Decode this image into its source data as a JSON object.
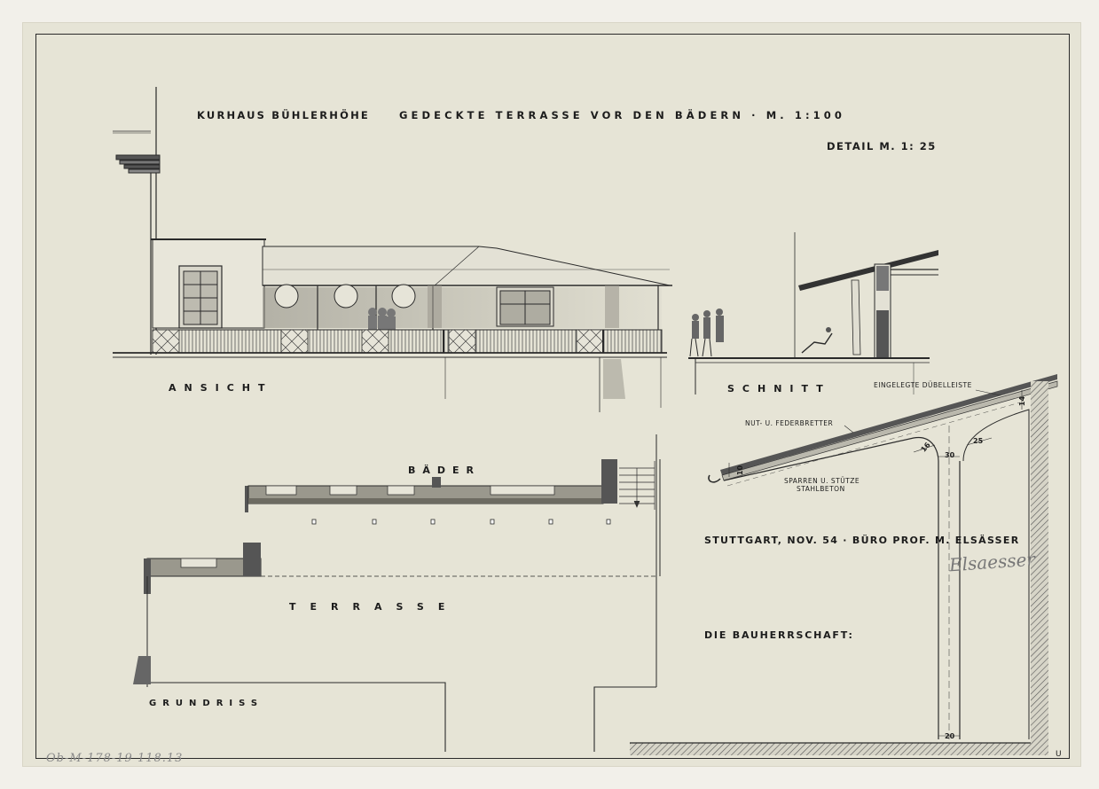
{
  "title": {
    "project": "KURHAUS BÜHLERHÖHE",
    "subject": "GEDECKTE TERRASSE VOR DEN BÄDERN · M. 1:100",
    "detail": "DETAIL M. 1: 25"
  },
  "views": {
    "elevation": "ANSICHT",
    "section": "SCHNITT",
    "plan": "GRUNDRISS"
  },
  "plan_labels": {
    "baths": "BÄDER",
    "terrace": "TERRASSE"
  },
  "detail_notes": {
    "dowel": "EINGELEGTE DÜBELLEISTE",
    "boards": "NUT- U. FEDERBRETTER",
    "rafter_line1": "SPARREN U. STÜTZE",
    "rafter_line2": "STAHLBETON"
  },
  "dimensions": {
    "d10": "10",
    "d16": "16",
    "d14": "14",
    "d25": "25",
    "d30": "30",
    "d20": "20"
  },
  "office_line": "STUTTGART, NOV. 54 · BÜRO PROF. M. ELSÄSSER",
  "signature": "Elsaesser",
  "client_line": "DIE BAUHERRSCHAFT:",
  "archive_mark": "Ob-M-178-19  118.13",
  "corner_mark": "U"
}
